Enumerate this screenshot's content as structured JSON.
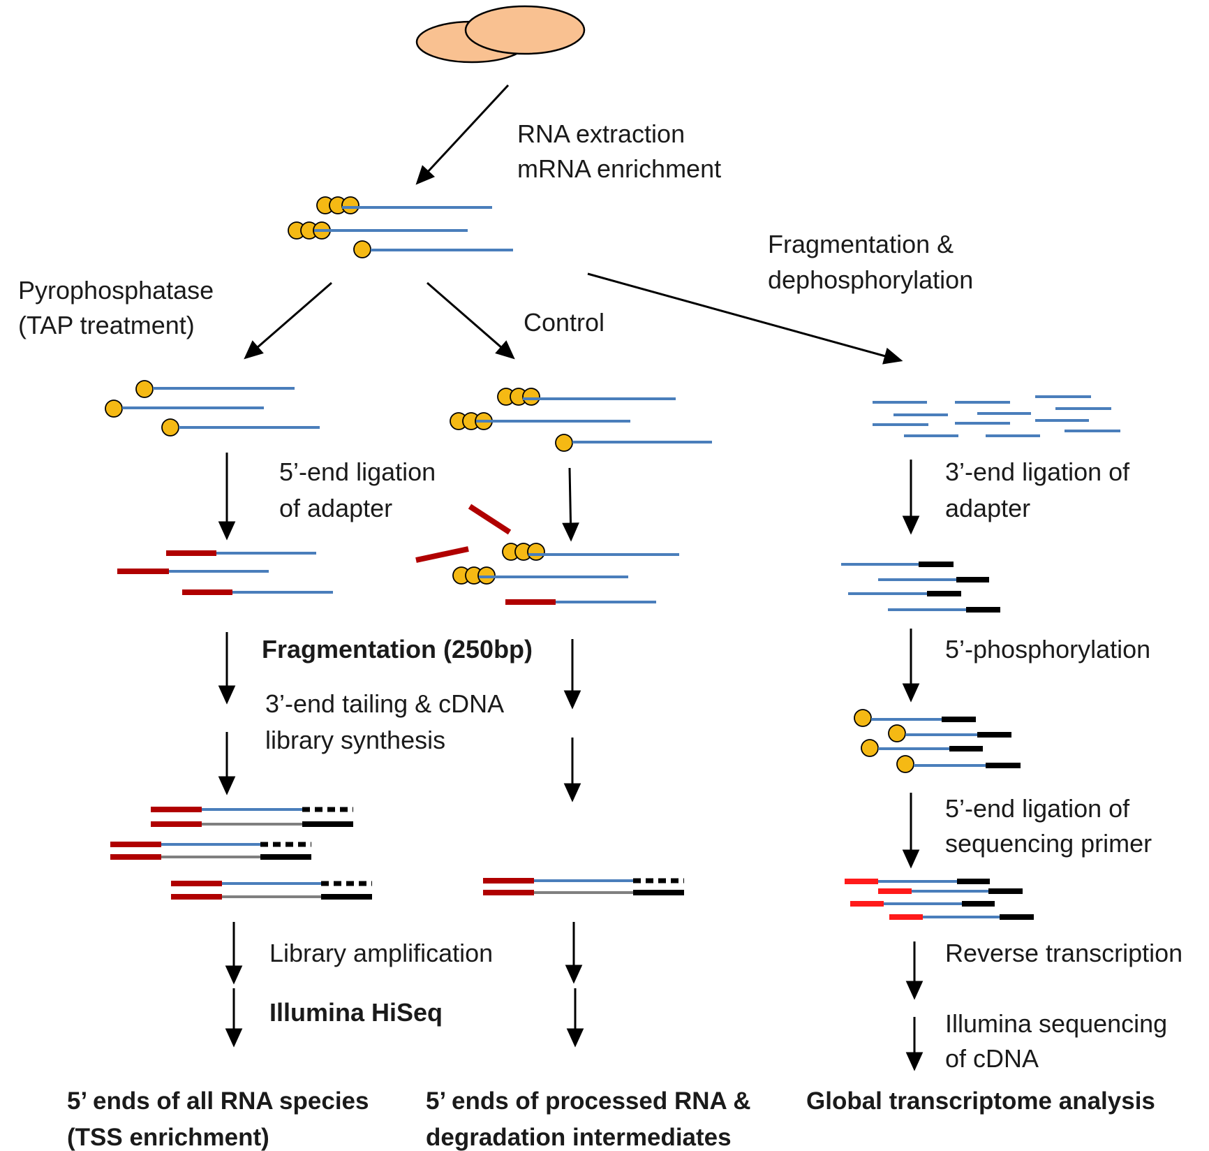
{
  "labels": {
    "rna_extraction": "RNA extraction",
    "mrna_enrichment": "mRNA enrichment",
    "pyrophosphatase": "Pyrophosphatase",
    "tap_treatment": "(TAP treatment)",
    "control": "Control",
    "fragmentation_dephos_1": "Fragmentation &",
    "fragmentation_dephos_2": "dephosphorylation",
    "ligation_5_1": "5’-end ligation",
    "ligation_5_2": "of adapter",
    "ligation_3_1": "3’-end ligation of",
    "ligation_3_2": "adapter",
    "fragmentation_250": "Fragmentation (250bp)",
    "tailing_1": "3’-end tailing & cDNA",
    "tailing_2": "library synthesis",
    "phosphorylation_5": "5’-phosphorylation",
    "primer_ligation_1": "5’-end ligation of",
    "primer_ligation_2": "sequencing primer",
    "library_amplification": "Library amplification",
    "illumina_hiseq": "Illumina HiSeq",
    "reverse_transcription": "Reverse transcription",
    "illumina_cdna_1": "Illumina sequencing",
    "illumina_cdna_2": "of cDNA"
  },
  "outcomes": {
    "left_1": "5’ ends of all RNA species",
    "left_2": "(TSS enrichment)",
    "middle_1": "5’ ends of processed RNA &",
    "middle_2": "degradation intermediates",
    "right": "Global transcriptome analysis"
  },
  "colors": {
    "rna_strand": "#4a7ebb",
    "cdna_strand": "#7f7f7f",
    "cap_fill": "#f5b914",
    "cell_fill": "#f9c191",
    "adapter_5": "#b00000",
    "sequencing_primer": "#ff1a1a",
    "adapter_3": "#000000"
  }
}
